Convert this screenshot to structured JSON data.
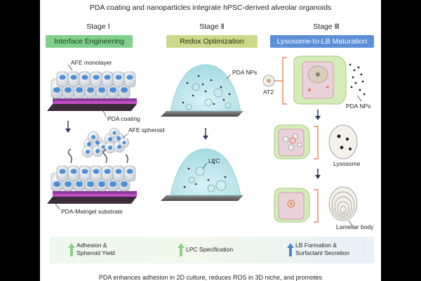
{
  "title": "PDA coating and nanoparticles integrate hPSC-derived alveolar organoids",
  "stages": [
    {
      "stage": "Stage Ⅰ",
      "name": "Interface Engineering",
      "color": "#7fd08a"
    },
    {
      "stage": "Stage Ⅱ",
      "name": "Redox Optimization",
      "color": "#ccd98a"
    },
    {
      "stage": "Stage Ⅲ",
      "name": "Lysosome-to-LB Maturation",
      "color": "#5b8fd8"
    }
  ],
  "labels": {
    "afe_monolayer": "AFE monolayer",
    "pda_coating": "PDA coating",
    "afe_spheroid": "AFE spheroid",
    "pda_matrigel": "PDA-Matrigel substrate",
    "pda_nps_top": "PDA NPs",
    "lpc": "LPC",
    "at2": "AT2",
    "pda_nps_right": "PDA NPs",
    "lysosome": "Lysosome",
    "lamellar_body": "Lamellar body"
  },
  "outcomes": [
    {
      "line1": "Adhesion &",
      "line2": "Spheroid Yield",
      "arrow_color": "#8ccf86"
    },
    {
      "line1": "LPC Specification",
      "line2": "",
      "arrow_color": "#8ccf86"
    },
    {
      "line1": "LB Formation &",
      "line2": "Surfactant Secretion",
      "arrow_color": "#4a84d0"
    }
  ],
  "footer": "PDA enhances adhesion in 2D culture, reduces ROS in 3D niche, and promotes"
}
